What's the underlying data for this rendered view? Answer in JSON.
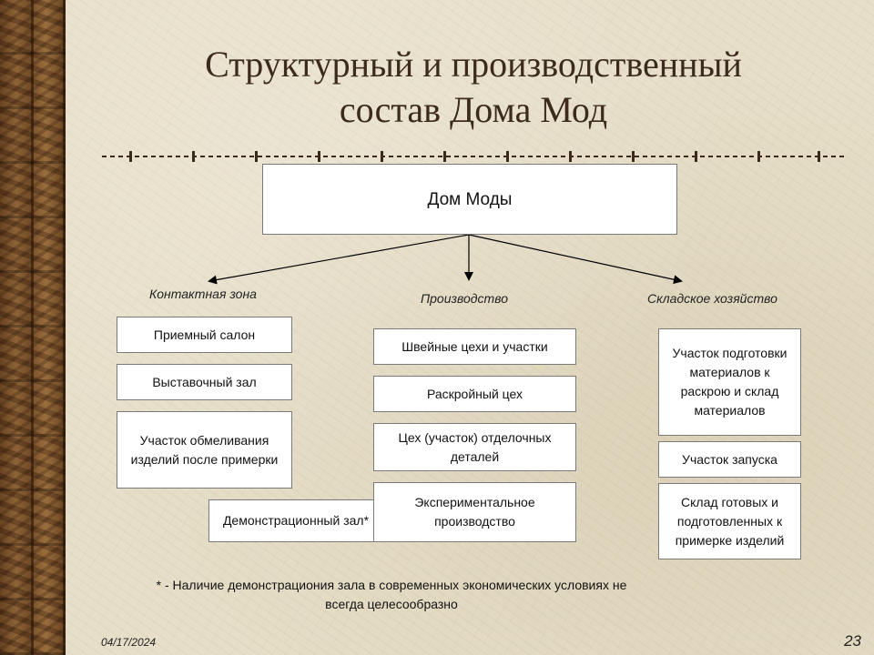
{
  "slide": {
    "title_line1": "Структурный и производственный",
    "title_line2": "состав Дома Мод",
    "date": "04/17/2024",
    "page_number": "23"
  },
  "diagram": {
    "root": "Дом Моды",
    "groups": [
      {
        "label": "Контактная зона",
        "items": [
          "Приемный салон",
          "Выставочный зал",
          "Участок обмеливания изделий после примерки",
          "Демонстрационный зал*"
        ]
      },
      {
        "label": "Производство",
        "items": [
          "Швейные цехи и участки",
          "Раскройный цех",
          "Цех (участок) отделочных деталей",
          "Экспериментальное производство"
        ]
      },
      {
        "label": "Складское хозяйство",
        "items": [
          "Участок подготовки материалов к раскрою и склад материалов",
          "Участок запуска",
          "Склад готовых и подготовленных к примерке изделий"
        ]
      }
    ],
    "footnote": "* - Наличие демонстрациония зала в современных экономических условиях не всегда целесообразно"
  },
  "colors": {
    "background": "#e7dfc9",
    "title": "#3c2b1c",
    "box_fill": "#ffffff",
    "box_border": "#7a7a7a"
  }
}
